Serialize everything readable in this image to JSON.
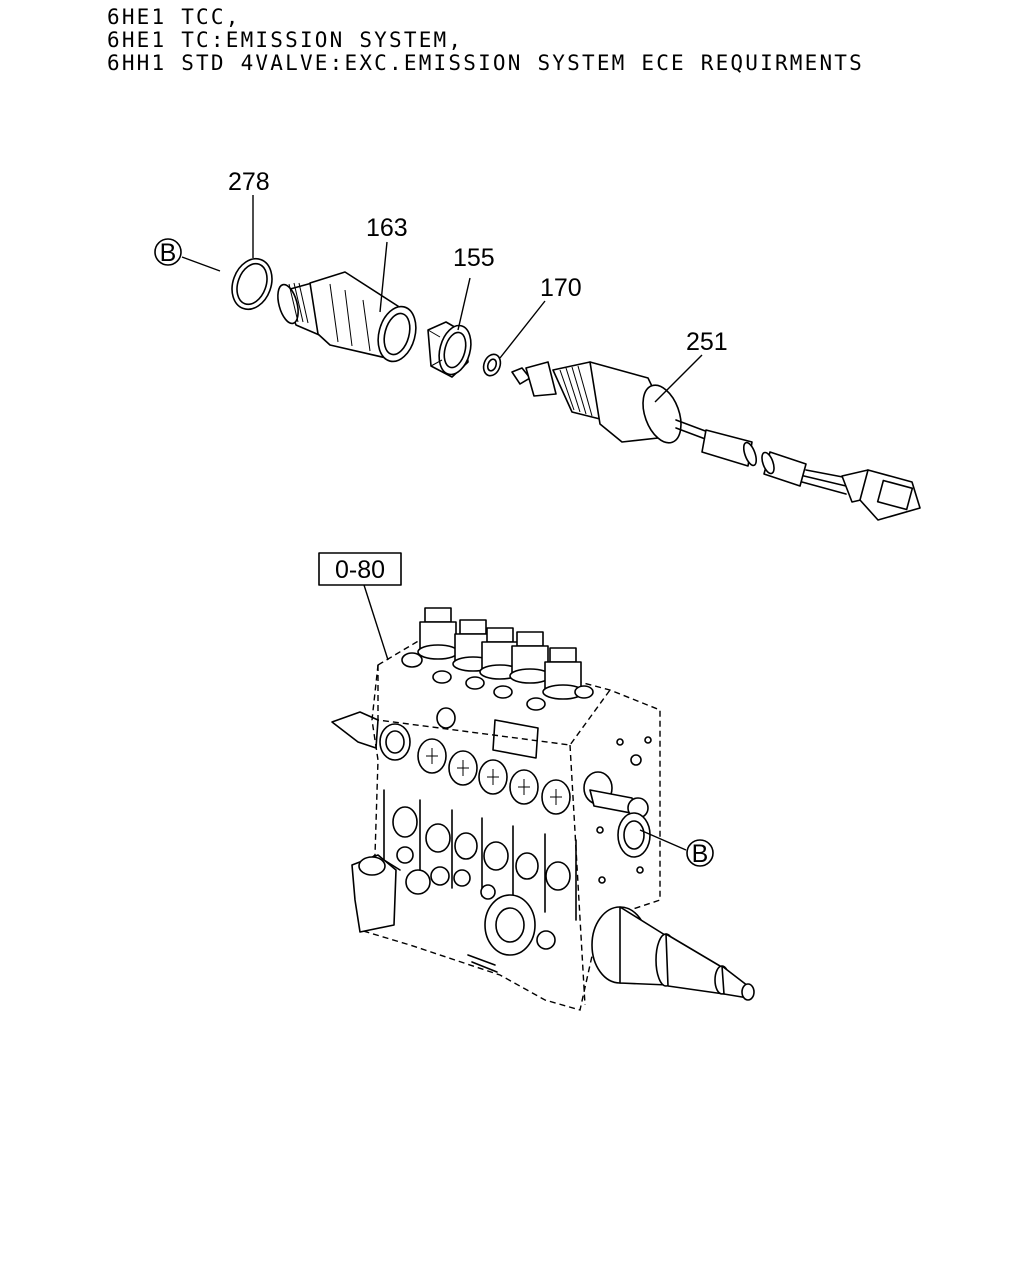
{
  "header": {
    "line1": "6HE1 TCC,",
    "line2": "6HE1 TC:EMISSION SYSTEM,",
    "line3": "6HH1 STD 4VALVE:EXC.EMISSION SYSTEM ECE REQUIRMENTS"
  },
  "callouts": {
    "p278": "278",
    "p163": "163",
    "p155": "155",
    "p170": "170",
    "p251": "251"
  },
  "reference_box": "0-80",
  "connection_marks": {
    "upper": "B",
    "lower": "B"
  }
}
